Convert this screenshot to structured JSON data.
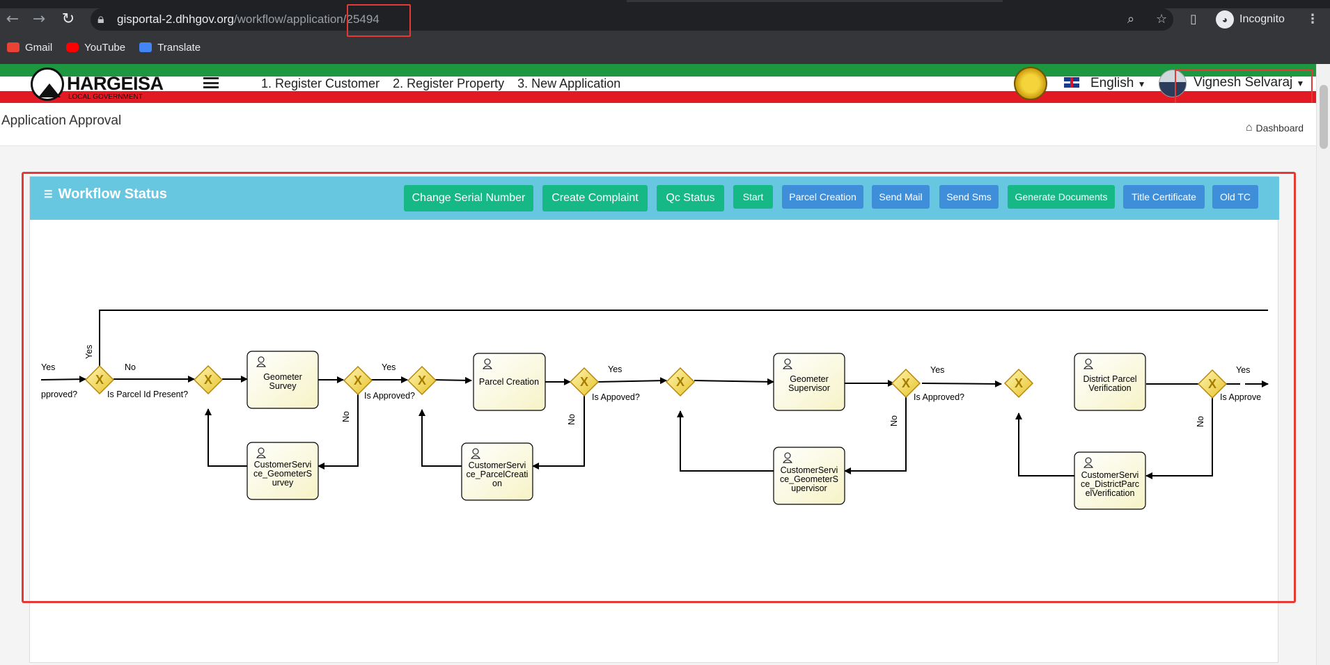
{
  "browser": {
    "url_host": "gisportal-2.dhhgov.org",
    "url_path": "/workflow/application/",
    "url_id": "25494",
    "profile": "Incognito",
    "bookmarks": [
      {
        "label": "Gmail",
        "icon": "gmail-icon",
        "color": "#ea4335"
      },
      {
        "label": "YouTube",
        "icon": "youtube-icon",
        "color": "#ff0000"
      },
      {
        "label": "Translate",
        "icon": "translate-icon",
        "color": "#4285f4"
      }
    ]
  },
  "header": {
    "logo_title": "HARGEISA",
    "logo_sub": "LOCAL GOVERNMENT",
    "nav": [
      "1. Register Customer",
      "2. Register Property",
      "3. New Application"
    ],
    "language": "English",
    "user": "Vignesh Selvaraj",
    "colors": {
      "green": "#1d9740",
      "red": "#e21a23"
    }
  },
  "titlebar": {
    "title": "Application Approval",
    "breadcrumb": "Dashboard"
  },
  "panel": {
    "title": "Workflow Status",
    "buttons": [
      {
        "label": "Change Serial Number",
        "color": "green"
      },
      {
        "label": "Create Complaint",
        "color": "green"
      },
      {
        "label": "Qc Status",
        "color": "green"
      },
      {
        "label": "Start",
        "color": "green"
      },
      {
        "label": "Parcel Creation",
        "color": "blue"
      },
      {
        "label": "Send Mail",
        "color": "blue"
      },
      {
        "label": "Send Sms",
        "color": "blue"
      },
      {
        "label": "Generate Documents",
        "color": "green"
      },
      {
        "label": "Title Certificate",
        "color": "blue"
      },
      {
        "label": "Old TC",
        "color": "blue"
      }
    ]
  },
  "workflow": {
    "tasks": [
      "Geometer Survey",
      "CustomerService_GeometerSurvey",
      "Parcel Creation",
      "CustomerService_ParcelCreation",
      "Geometer Supervisor",
      "CustomerService_GeometerSupervisor",
      "District Parcel Verification",
      "CustomerService_DistrictParcelVerification"
    ],
    "gateway_labels": {
      "left_cut": "pproved?",
      "parcel_id": "Is Parcel Id Present?",
      "approved_1": "Is Approved?",
      "approved_2": "Is Appoved?",
      "approved_3": "Is Approved?",
      "approved_4": "Is Approve"
    },
    "flow_labels": {
      "yes": "Yes",
      "no": "No",
      "yes_cut": "Yes"
    }
  }
}
